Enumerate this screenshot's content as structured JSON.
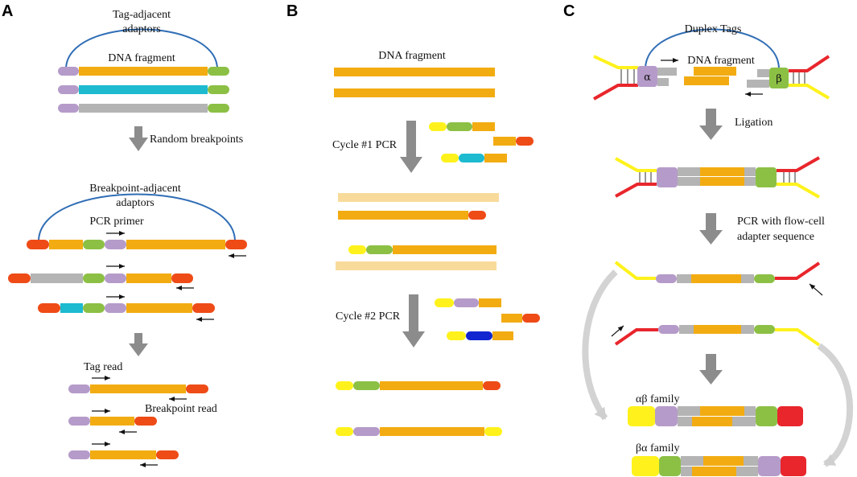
{
  "panels": {
    "a": "A",
    "b": "B",
    "c": "C"
  },
  "panel_a": {
    "tag_adjacent_line1": "Tag-adjacent",
    "tag_adjacent_line2": "adaptors",
    "dna_fragment": "DNA fragment",
    "random_breakpoints": "Random breakpoints",
    "breakpoint_adjacent_line1": "Breakpoint-adjacent",
    "breakpoint_adjacent_line2": "adaptors",
    "pcr_primer": "PCR primer",
    "tag_read": "Tag read",
    "breakpoint_read": "Breakpoint read"
  },
  "panel_b": {
    "dna_fragment": "DNA fragment",
    "cycle1": "Cycle #1 PCR",
    "cycle2": "Cycle #2 PCR"
  },
  "panel_c": {
    "duplex_tags": "Duplex Tags",
    "dna_fragment": "DNA fragment",
    "alpha": "α",
    "beta": "β",
    "ligation": "Ligation",
    "pcr_flow_line1": "PCR with flow-cell",
    "pcr_flow_line2": "adapter sequence",
    "ab_family": "αβ family",
    "ba_family": "βα family"
  },
  "colors": {
    "orange_dna": "#F2AC12",
    "light_orange": "#F8DB9B",
    "purple_tag": "#B59BC9",
    "green_tag": "#8CC045",
    "cyan_dna": "#1DBAD0",
    "gray_dna": "#B4B4B4",
    "red_adaptor": "#EE4B17",
    "yellow_adaptor": "#FFF21C",
    "blue_tag": "#1226D0",
    "arc_blue": "#2F6DB5",
    "arrow_gray": "#8C8C8C",
    "duplex_red": "#E8262C"
  }
}
